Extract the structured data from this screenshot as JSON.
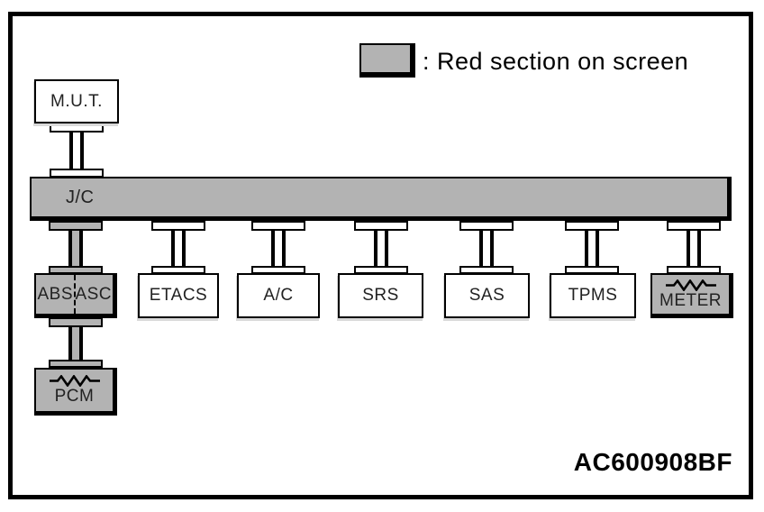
{
  "colors": {
    "highlight_gray": "#b3b3b3",
    "line": "#000000",
    "background": "#ffffff"
  },
  "legend": {
    "label": ": Red section on screen"
  },
  "tool": {
    "label": "M.U.T."
  },
  "bus": {
    "label": "J/C"
  },
  "modules": [
    {
      "label": "ABS",
      "label2": "ASC",
      "highlighted": true
    },
    {
      "label": "ETACS",
      "highlighted": false
    },
    {
      "label": "A/C",
      "highlighted": false
    },
    {
      "label": "SRS",
      "highlighted": false
    },
    {
      "label": "SAS",
      "highlighted": false
    },
    {
      "label": "TPMS",
      "highlighted": false
    },
    {
      "label": "METER",
      "highlighted": true
    }
  ],
  "pcm": {
    "label": "PCM",
    "highlighted": true
  },
  "figure_id": "AC600908BF"
}
